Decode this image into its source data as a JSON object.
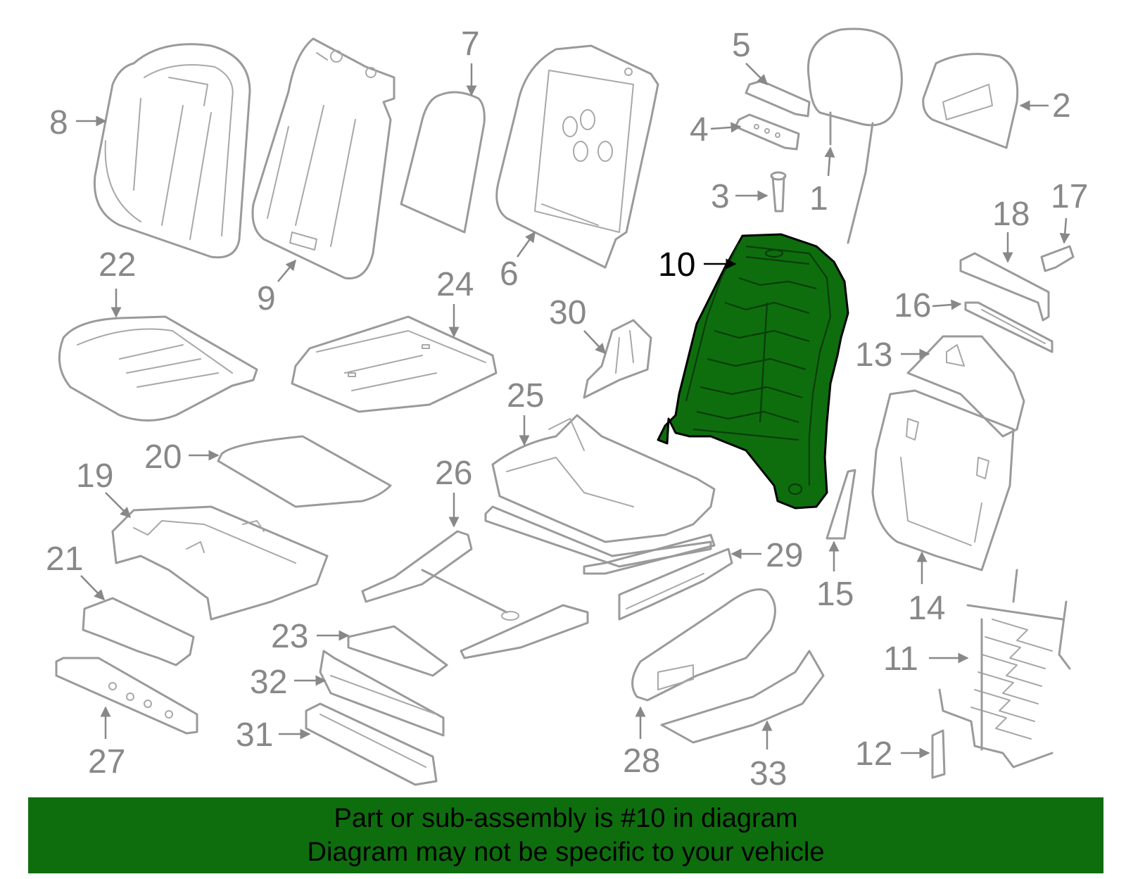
{
  "diagram": {
    "highlighted_part": "10",
    "callouts": [
      "1",
      "2",
      "3",
      "4",
      "5",
      "6",
      "7",
      "8",
      "9",
      "10",
      "11",
      "12",
      "13",
      "14",
      "15",
      "16",
      "17",
      "18",
      "19",
      "20",
      "21",
      "22",
      "23",
      "24",
      "25",
      "26",
      "27",
      "28",
      "29",
      "30",
      "31",
      "32",
      "33"
    ]
  },
  "banner": {
    "line1": "Part or sub-assembly is #10 in diagram",
    "line2": "Diagram may not be specific to your vehicle"
  },
  "colors": {
    "highlight": "#0e6e0e",
    "line": "#9a9a9a"
  }
}
